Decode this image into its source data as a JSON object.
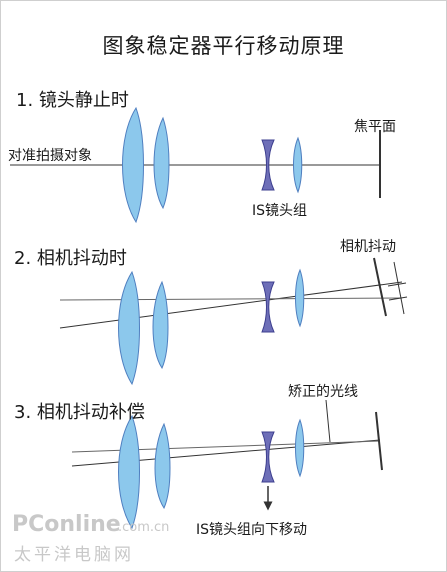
{
  "title": "图象稳定器平行移动原理",
  "sections": [
    {
      "heading": "1. 镜头静止时",
      "labels": {
        "subject": "对准拍摄对象",
        "focal_plane": "焦平面",
        "is_group": "IS镜头组"
      }
    },
    {
      "heading": "2. 相机抖动时",
      "labels": {
        "shake": "相机抖动"
      }
    },
    {
      "heading": "3. 相机抖动补偿",
      "labels": {
        "corrected_ray": "矫正的光线",
        "is_move": "IS镜头组向下移动"
      }
    }
  ],
  "watermark": {
    "brand": "PConline",
    "domain": ".com.cn",
    "cn": "太平洋电脑网"
  },
  "colors": {
    "lens_fill": "#8cc8ec",
    "lens_stroke": "#4f7fc0",
    "is_lens_fill": "#6e6fb8",
    "is_lens_stroke": "#3d3f8f",
    "line": "#333333",
    "watermark": "#c8c8c8"
  }
}
